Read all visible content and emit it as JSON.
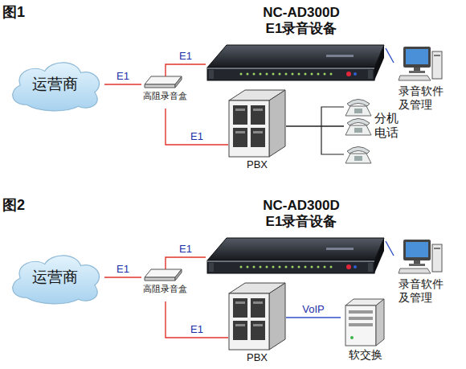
{
  "diagram": {
    "nodes": [
      {
        "text": [
          "NC-AD300D E1录音设备"
        ]
      },
      {
        "text": [
          "运营商"
        ]
      },
      {
        "text": [
          "高阻录音盒"
        ]
      },
      {
        "text": [
          "PBX"
        ]
      },
      {
        "text": [
          "录音软件 及管理"
        ]
      },
      {
        "text": [
          "分机 电话"
        ]
      },
      {
        "text": [
          "NC-AD300D E1录音设备"
        ]
      },
      {
        "text": [
          "运营商"
        ]
      },
      {
        "text": [
          "高阻录音盒"
        ]
      },
      {
        "text": [
          "PBX"
        ]
      },
      {
        "text": [
          "录音软件 及管理"
        ]
      },
      {
        "text": [
          "软交换"
        ]
      }
    ],
    "edges": [
      {
        "from": 1,
        "to": 2,
        "arrow": "none",
        "label": "E1"
      },
      {
        "from": 2,
        "to": 0,
        "arrow": "none",
        "label": "E1"
      },
      {
        "from": 2,
        "to": 3,
        "arrow": "none",
        "label": "E1"
      },
      {
        "from": 0,
        "to": 4,
        "arrow": "none"
      },
      {
        "from": 3,
        "to": 5,
        "arrow": "none"
      },
      {
        "from": 7,
        "to": 8,
        "arrow": "none",
        "label": "E1"
      },
      {
        "from": 8,
        "to": 6,
        "arrow": "none",
        "label": "E1"
      },
      {
        "from": 8,
        "to": 9,
        "arrow": "none",
        "label": "E1"
      },
      {
        "from": 6,
        "to": 10,
        "arrow": "none"
      },
      {
        "from": 9,
        "to": 11,
        "arrow": "none",
        "label": "VoIP"
      }
    ],
    "labels": [
      "图1",
      "图2"
    ]
  }
}
